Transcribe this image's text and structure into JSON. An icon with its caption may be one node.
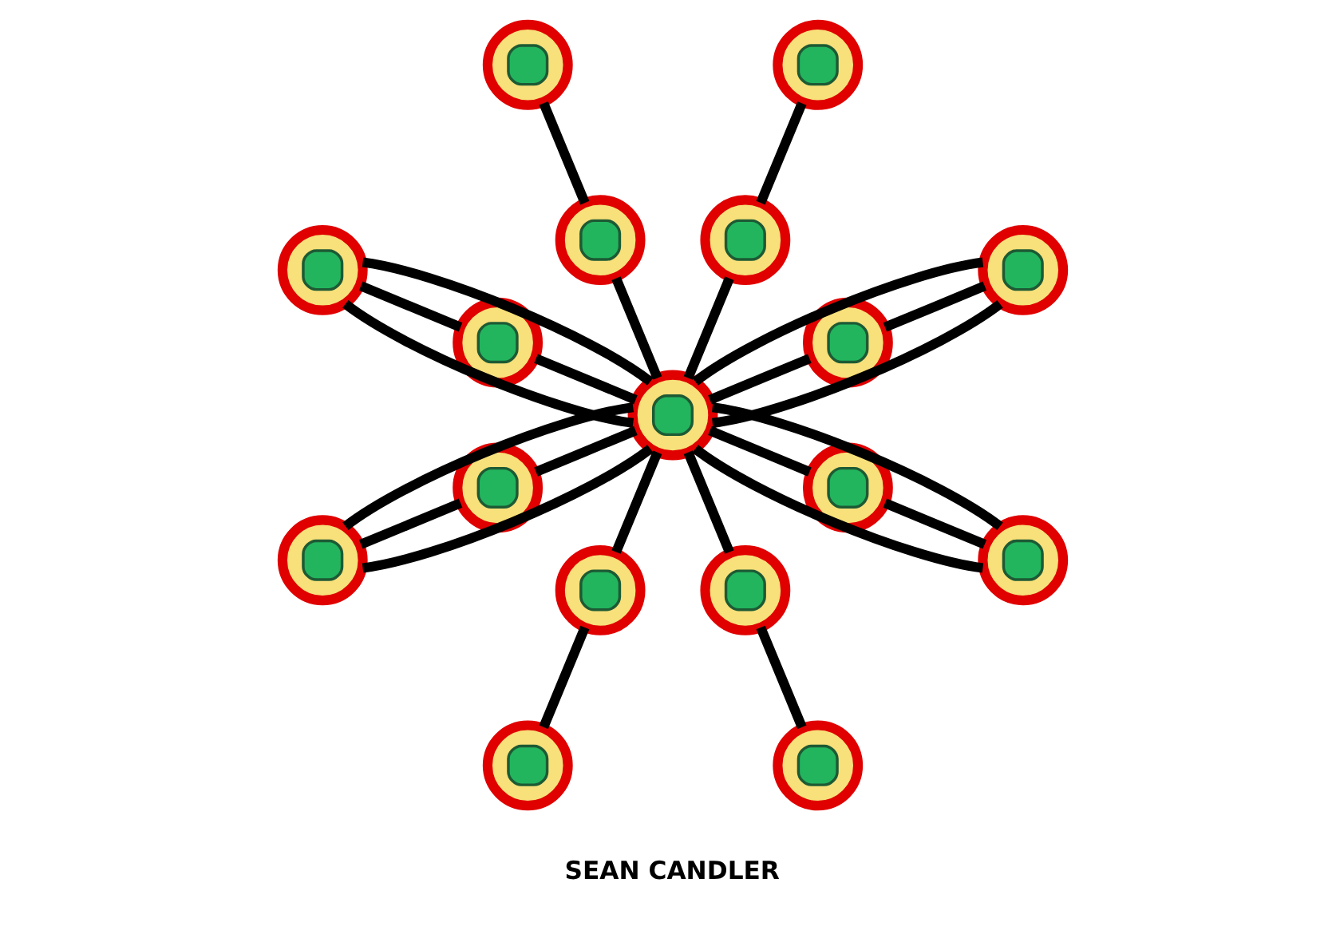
{
  "diagram": {
    "nodes": [
      {
        "text": [],
        "shape": "circle"
      },
      {
        "text": [],
        "shape": "circle"
      },
      {
        "text": [],
        "shape": "circle"
      },
      {
        "text": [],
        "shape": "circle"
      },
      {
        "text": [],
        "shape": "circle"
      },
      {
        "text": [],
        "shape": "circle"
      },
      {
        "text": [],
        "shape": "circle"
      },
      {
        "text": [],
        "shape": "circle"
      },
      {
        "text": [],
        "shape": "circle"
      },
      {
        "text": [],
        "shape": "circle"
      },
      {
        "text": [],
        "shape": "circle"
      },
      {
        "text": [],
        "shape": "circle"
      },
      {
        "text": [],
        "shape": "circle"
      },
      {
        "text": [],
        "shape": "circle"
      },
      {
        "text": [],
        "shape": "circle"
      },
      {
        "text": [],
        "shape": "circle"
      },
      {
        "text": [],
        "shape": "circle"
      }
    ],
    "edges": [
      {
        "from": 8,
        "to": 9,
        "arrow": "none"
      },
      {
        "from": 8,
        "to": 5,
        "arrow": "none"
      },
      {
        "from": 8,
        "to": 3,
        "arrow": "none"
      },
      {
        "from": 8,
        "to": 4,
        "arrow": "none"
      },
      {
        "from": 8,
        "to": 7,
        "arrow": "none"
      },
      {
        "from": 8,
        "to": 11,
        "arrow": "none"
      },
      {
        "from": 8,
        "to": 13,
        "arrow": "none"
      },
      {
        "from": 8,
        "to": 12,
        "arrow": "none"
      },
      {
        "from": 9,
        "to": 10,
        "arrow": "none"
      },
      {
        "from": 5,
        "to": 2,
        "arrow": "none"
      },
      {
        "from": 3,
        "to": 0,
        "arrow": "none"
      },
      {
        "from": 4,
        "to": 1,
        "arrow": "none"
      },
      {
        "from": 7,
        "to": 6,
        "arrow": "none"
      },
      {
        "from": 11,
        "to": 14,
        "arrow": "none"
      },
      {
        "from": 13,
        "to": 16,
        "arrow": "none"
      },
      {
        "from": 12,
        "to": 15,
        "arrow": "none"
      },
      {
        "from": 8,
        "to": 0,
        "arrow": "none"
      },
      {
        "from": 8,
        "to": 0,
        "arrow": "none"
      },
      {
        "from": 8,
        "to": 6,
        "arrow": "none"
      },
      {
        "from": 8,
        "to": 6,
        "arrow": "none"
      },
      {
        "from": 8,
        "to": 10,
        "arrow": "none"
      },
      {
        "from": 8,
        "to": 10,
        "arrow": "none"
      },
      {
        "from": 8,
        "to": 16,
        "arrow": "none"
      },
      {
        "from": 8,
        "to": 16,
        "arrow": "none"
      }
    ],
    "labels": [
      "SEAN CANDLER"
    ]
  }
}
